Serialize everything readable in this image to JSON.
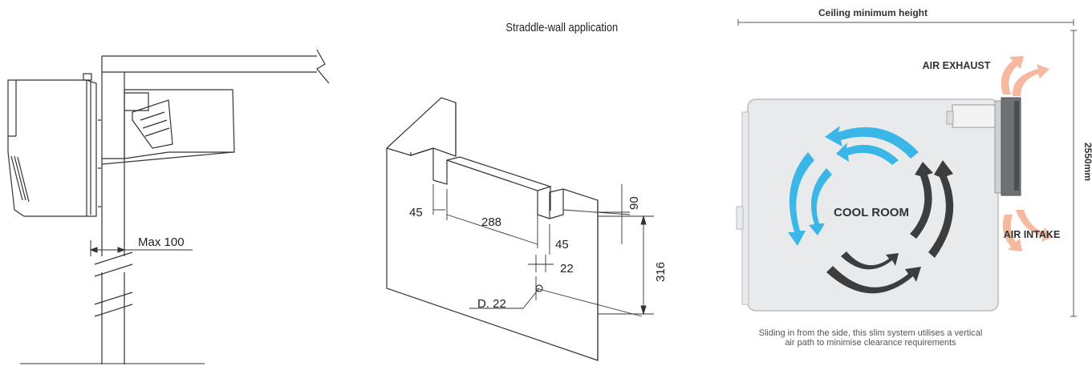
{
  "left_diagram": {
    "dimension_label": "Max 100"
  },
  "middle_diagram": {
    "title": "Straddle-wall application",
    "dimensions": [
      "45",
      "288",
      "45",
      "22",
      "90",
      "316",
      "D. 22"
    ]
  },
  "right_diagram": {
    "top_label": "Ceiling minimum height",
    "height_label": "2550mm",
    "exhaust_label": "AIR EXHAUST",
    "intake_label": "AIR INTAKE",
    "room_label": "COOL ROOM",
    "caption": "Sliding in from the side, this slim system utilises a vertical air path to minimise clearance requirements"
  },
  "colors": {
    "line": "#333333",
    "cool_arrow": "#3bb6e8",
    "dark_arrow": "#3d3d3d",
    "warm_arrow": "#f6b9a0",
    "room_fill": "#e9eaec"
  }
}
